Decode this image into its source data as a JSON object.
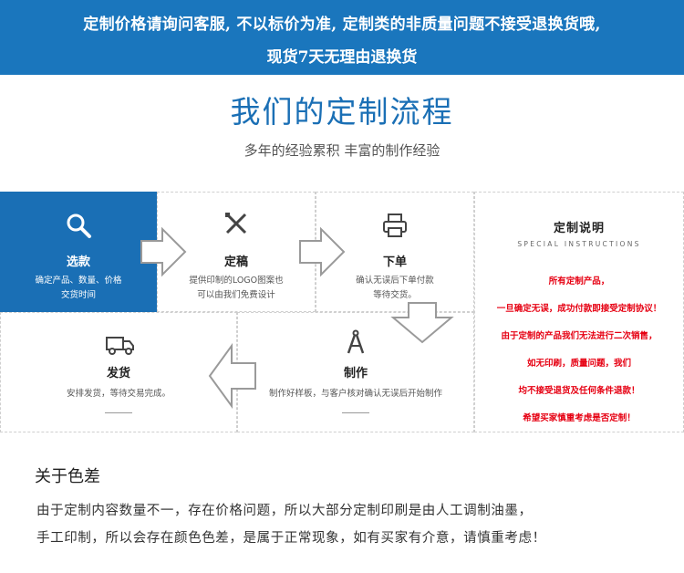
{
  "banner": {
    "line1": "定制价格请询问客服, 不以标价为准, 定制类的非质量问题不接受退换货哦,",
    "line2": "现货7天无理由退换货"
  },
  "title": "我们的定制流程",
  "subtitle": "多年的经验累积  丰富的制作经验",
  "steps": [
    {
      "name": "选款",
      "desc1": "确定产品、数量、价格",
      "desc2": "交货时间",
      "icon": "search-icon"
    },
    {
      "name": "定稿",
      "desc1": "提供印制的LOGO图案也",
      "desc2": "可以由我们免费设计",
      "icon": "design-tools-icon"
    },
    {
      "name": "下单",
      "desc1": "确认无误后下单付款",
      "desc2": "等待交货。",
      "icon": "printer-icon"
    },
    {
      "name": "制作",
      "desc1": "制作好样板，与客户核对确认无误后开始制作",
      "icon": "compass-icon"
    },
    {
      "name": "发货",
      "desc1": "安排发货，等待交易完成。",
      "icon": "truck-icon"
    }
  ],
  "special": {
    "title": "定制说明",
    "subtitle": "SPECIAL INSTRUCTIONS",
    "lines": [
      "所有定制产品，",
      "一旦确定无误，成功付款即接受定制协议！",
      "由于定制的产品我们无法进行二次销售，",
      "如无印刷，质量问题，我们",
      "均不接受退货及任何条件退款！",
      "希望买家慎重考虑是否定制！"
    ]
  },
  "color_diff": {
    "title": "关于色差",
    "line1": "由于定制内容数量不一，存在价格问题，所以大部分定制印刷是由人工调制油墨，",
    "line2": "手工印制，所以会存在颜色色差，是属于正常现象，如有买家有介意，请慎重考虑！"
  },
  "colors": {
    "brand_blue": "#1a76bd",
    "highlight_red": "#e60012"
  }
}
